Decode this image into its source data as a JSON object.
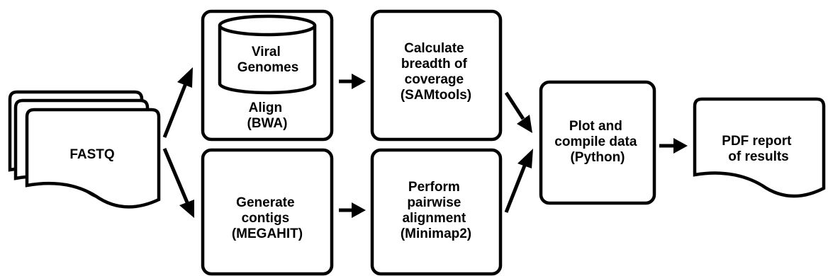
{
  "diagram": {
    "fastq": {
      "label": "FASTQ"
    },
    "viral_genomes": {
      "line1": "Viral",
      "line2": "Genomes"
    },
    "align": {
      "line1": "Align",
      "line2": "(BWA)"
    },
    "generate_contigs": {
      "line1": "Generate",
      "line2": "contigs",
      "line3": "(MEGAHIT)"
    },
    "calculate_breadth": {
      "line1": "Calculate",
      "line2": "breadth of",
      "line3": "coverage",
      "line4": "(SAMtools)"
    },
    "pairwise_alignment": {
      "line1": "Perform",
      "line2": "pairwise",
      "line3": "alignment",
      "line4": "(Minimap2)"
    },
    "plot_compile": {
      "line1": "Plot and",
      "line2": "compile data",
      "line3": "(Python)"
    },
    "pdf_report": {
      "line1": "PDF report",
      "line2": "of results"
    }
  }
}
